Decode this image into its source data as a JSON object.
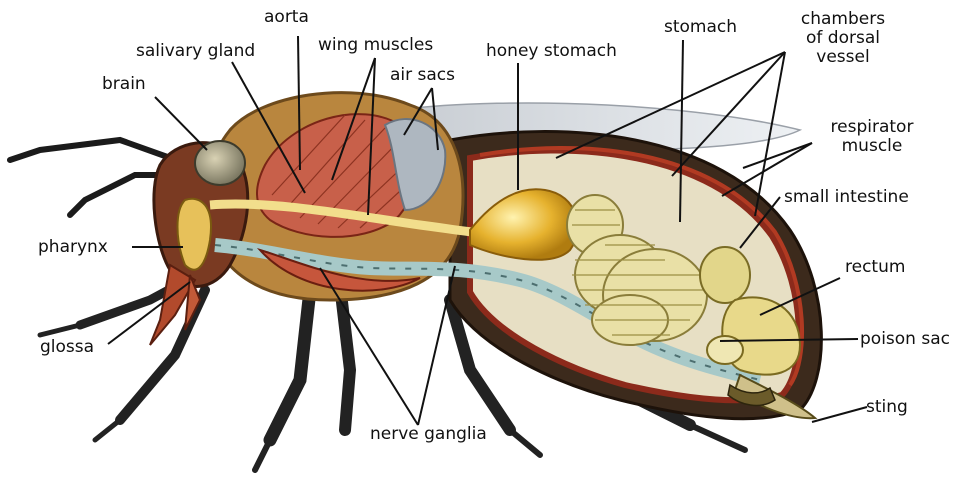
{
  "labels": {
    "aorta": "aorta",
    "salivary_gland": "salivary gland",
    "wing_muscles": "wing muscles",
    "air_sacs": "air sacs",
    "brain": "brain",
    "honey_stomach": "honey stomach",
    "stomach": "stomach",
    "chambers_of_dorsal_vessel": [
      "chambers",
      "of dorsal",
      "vessel"
    ],
    "respirator_muscle": [
      "respirator",
      "muscle"
    ],
    "small_intestine": "small intestine",
    "pharynx": "pharynx",
    "rectum": "rectum",
    "poison_sac": "poison sac",
    "glossa": "glossa",
    "sting": "sting",
    "nerve_ganglia": "nerve ganglia"
  },
  "colors": {
    "background": "#ffffff",
    "label_text": "#111111",
    "leader_line": "#111111",
    "muscle": "#c8604a",
    "honey_stomach": "#e6b22e",
    "intestine": "#e9e0a6",
    "fur": "#b9863e",
    "wing": "#d9dde2",
    "legs": "#2a2a2a",
    "ventral_tissue": "#a7c9c8"
  }
}
